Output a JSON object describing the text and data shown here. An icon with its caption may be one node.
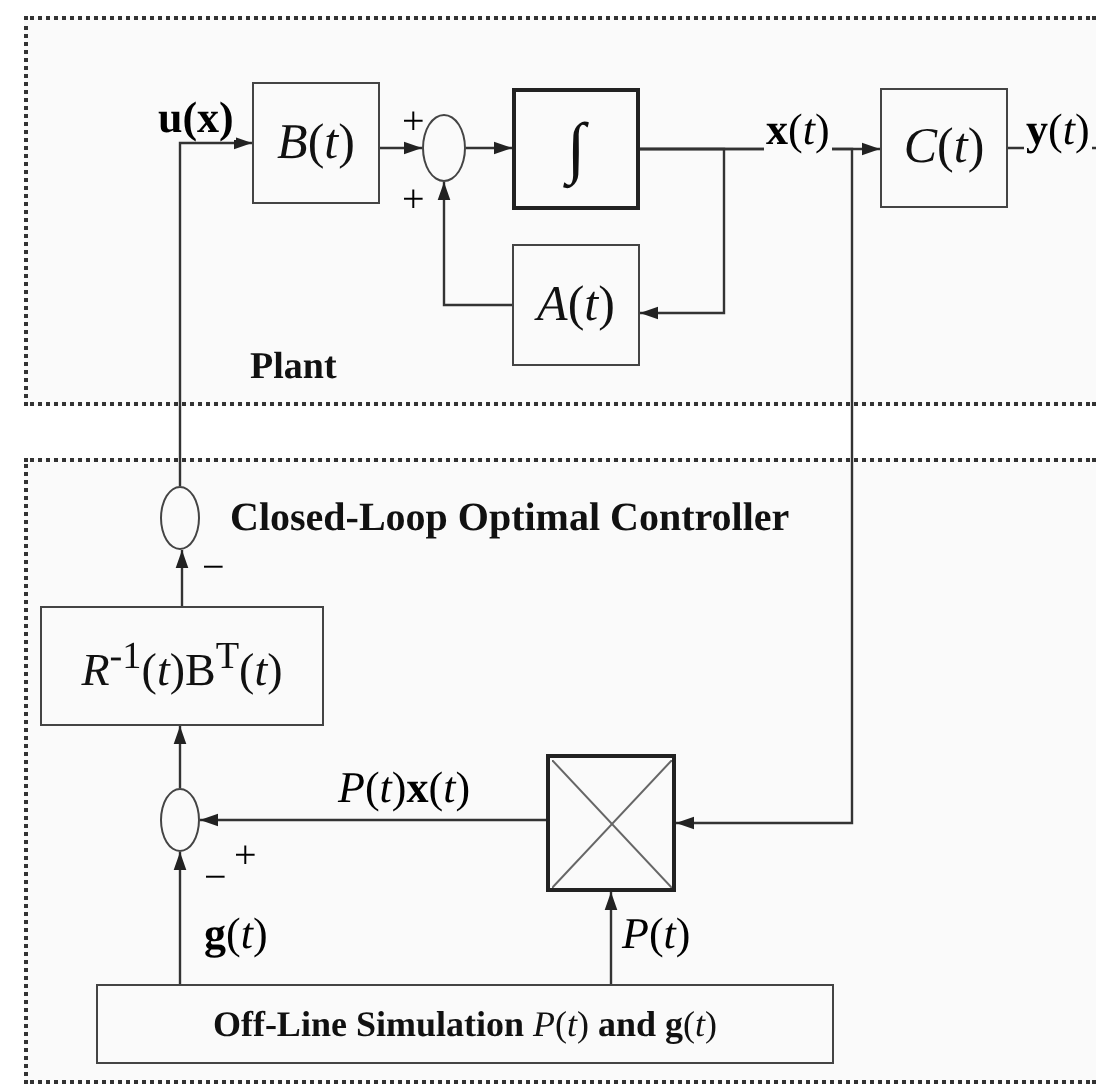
{
  "diagram": {
    "nodes": [
      {
        "text": [
          "Plant"
        ]
      },
      {
        "text": [
          "*B*(*t*)"
        ],
        "in": 0
      },
      {
        "text": [],
        "shape": "circle",
        "in": 0
      },
      {
        "text": [
          "∫"
        ],
        "in": 0
      },
      {
        "text": [
          "*A*(*t*)"
        ],
        "in": 0
      },
      {
        "text": [
          "*C*(*t*)"
        ],
        "in": 0
      },
      {
        "text": [
          "Closed-Loop Optimal Controller"
        ]
      },
      {
        "text": [],
        "shape": "circle",
        "in": 6
      },
      {
        "text": [
          "*R*$^{-1}$(*t*)B$^{T}$(*t*)"
        ],
        "in": 6
      },
      {
        "text": [],
        "shape": "circle",
        "in": 6
      },
      {
        "text": [],
        "shape": "box",
        "in": 6
      },
      {
        "text": [
          "**Off-Line Simulation** *P*(*t*) **and g**(*t*)"
        ],
        "in": 6
      }
    ],
    "edges": [
      {
        "from": 7,
        "to": 1,
        "arrow": "to",
        "label": "**u(x)**"
      },
      {
        "from": 1,
        "to": 2,
        "arrow": "to"
      },
      {
        "from": 2,
        "to": 3,
        "arrow": "to"
      },
      {
        "from": 3,
        "to": 5,
        "arrow": "to",
        "label": "**x**(*t*)"
      },
      {
        "from": 3,
        "to": 4,
        "arrow": "to"
      },
      {
        "from": 4,
        "to": 2,
        "arrow": "to"
      },
      {
        "from": 5,
        "to": null,
        "arrow": "none",
        "label": "**y**(*t*)"
      },
      {
        "from": 3,
        "to": 10,
        "arrow": "to"
      },
      {
        "from": 10,
        "to": 9,
        "arrow": "to",
        "label": "*P*(*t*)**x**(*t*)"
      },
      {
        "from": 9,
        "to": 8,
        "arrow": "to"
      },
      {
        "from": 8,
        "to": 7,
        "arrow": "to"
      },
      {
        "from": 11,
        "to": 9,
        "arrow": "to",
        "label": "**g**(*t*)"
      },
      {
        "from": 11,
        "to": 10,
        "arrow": "to",
        "label": "*P*(*t*)"
      }
    ],
    "labels": [
      "+",
      "+",
      "−",
      "+",
      "−"
    ]
  }
}
